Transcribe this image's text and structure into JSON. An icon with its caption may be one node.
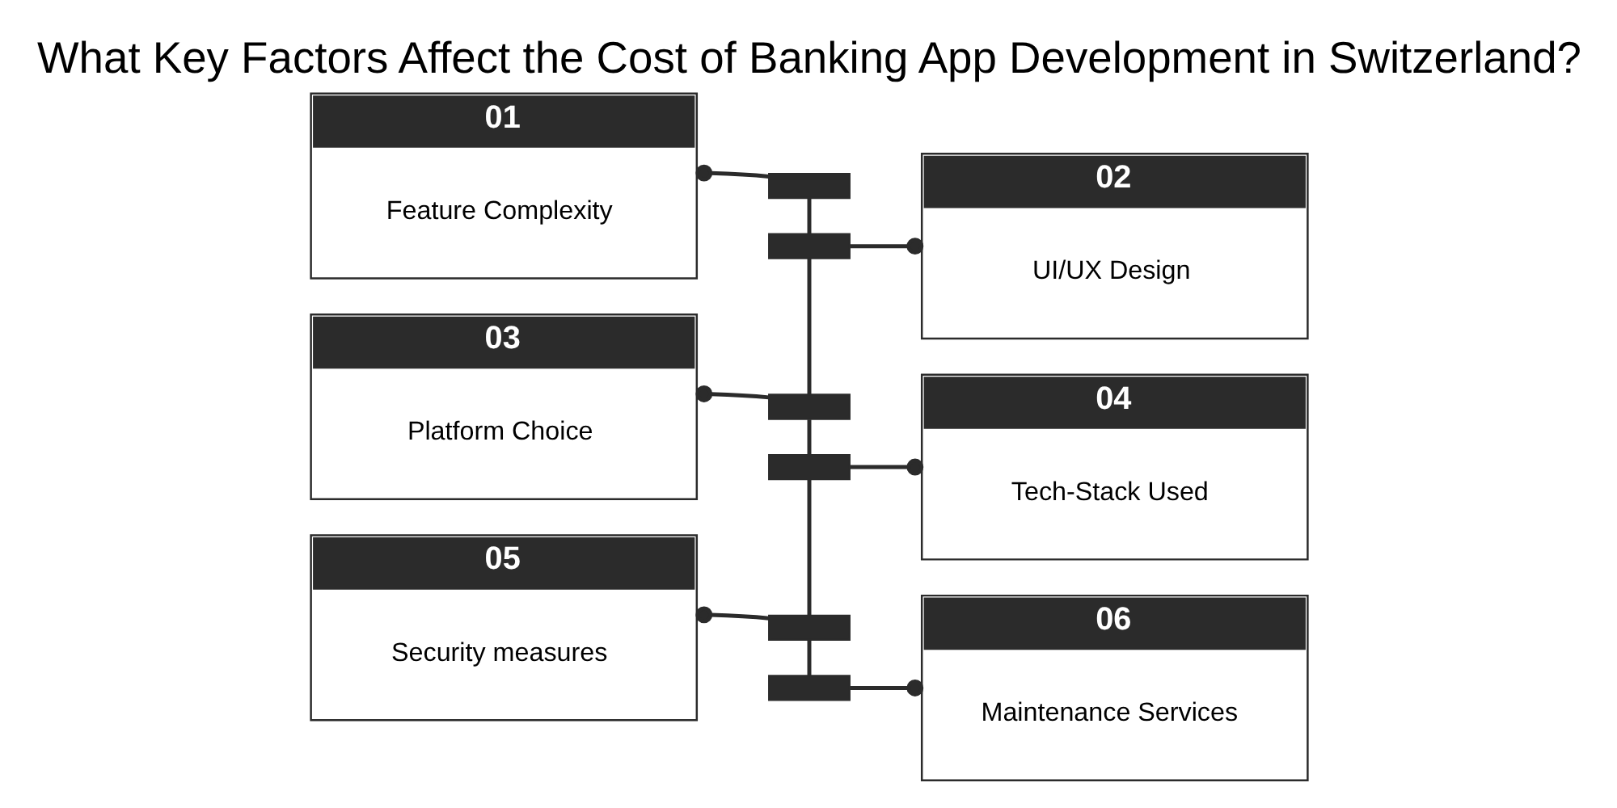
{
  "diagram": {
    "title": "What Key Factors Affect the Cost of Banking App Development in Switzerland?",
    "nodes": [
      {
        "text": [
          "01",
          "Feature Complexity"
        ]
      },
      {
        "text": [
          "02",
          "UI/UX Design"
        ]
      },
      {
        "text": [
          "03",
          "Platform Choice"
        ]
      },
      {
        "text": [
          "04",
          "Tech-Stack Used"
        ]
      },
      {
        "text": [
          "05",
          "Security measures"
        ]
      },
      {
        "text": [
          "06",
          "Maintenance Services"
        ]
      },
      {
        "text": [],
        "shape": "bar"
      },
      {
        "text": [],
        "shape": "bar"
      },
      {
        "text": [],
        "shape": "bar"
      },
      {
        "text": [],
        "shape": "bar"
      },
      {
        "text": [],
        "shape": "bar"
      },
      {
        "text": [],
        "shape": "bar"
      }
    ],
    "edges": [
      {
        "from": 6,
        "to": 0,
        "arrow": "other"
      },
      {
        "from": 7,
        "to": 1,
        "arrow": "other"
      },
      {
        "from": 8,
        "to": 2,
        "arrow": "other"
      },
      {
        "from": 9,
        "to": 3,
        "arrow": "other"
      },
      {
        "from": 10,
        "to": 4,
        "arrow": "other"
      },
      {
        "from": 11,
        "to": 5,
        "arrow": "other"
      },
      {
        "from": 6,
        "to": 7,
        "arrow": "none"
      },
      {
        "from": 7,
        "to": 8,
        "arrow": "none"
      },
      {
        "from": 8,
        "to": 9,
        "arrow": "none"
      },
      {
        "from": 9,
        "to": 10,
        "arrow": "none"
      },
      {
        "from": 10,
        "to": 11,
        "arrow": "none"
      }
    ]
  }
}
